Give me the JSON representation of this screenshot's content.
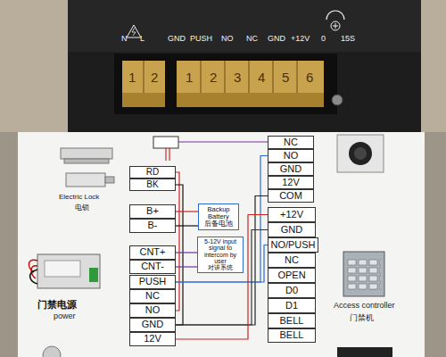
{
  "diagram": {
    "nodes": [
      {
        "text": [
          "NC"
        ]
      },
      {
        "text": [
          "NO"
        ]
      },
      {
        "text": [
          "GND"
        ]
      },
      {
        "text": [
          "12V"
        ]
      },
      {
        "text": [
          "COM"
        ]
      },
      {
        "text": [
          "RD"
        ]
      },
      {
        "text": [
          "BK"
        ]
      },
      {
        "text": [
          "B+"
        ]
      },
      {
        "text": [
          "B-"
        ]
      },
      {
        "text": [
          "Backup Battery",
          "后备电池"
        ]
      },
      {
        "text": [
          "+12V"
        ]
      },
      {
        "text": [
          "GND"
        ]
      },
      {
        "text": [
          "NO/PUSH"
        ]
      },
      {
        "text": [
          "CNT+"
        ]
      },
      {
        "text": [
          "CNT-"
        ]
      },
      {
        "text": [
          "5-12V input signal to intercom by user",
          "对讲系统"
        ]
      },
      {
        "text": [
          "NC"
        ]
      },
      {
        "text": [
          "PUSH"
        ]
      },
      {
        "text": [
          "OPEN"
        ]
      },
      {
        "text": [
          "NC"
        ]
      },
      {
        "text": [
          "D0"
        ]
      },
      {
        "text": [
          "NO"
        ]
      },
      {
        "text": [
          "D1"
        ]
      },
      {
        "text": [
          "GND"
        ]
      },
      {
        "text": [
          "BELL"
        ]
      },
      {
        "text": [
          "12V"
        ]
      },
      {
        "text": [
          "BELL"
        ]
      }
    ],
    "edges": [
      {
        "from": 5,
        "to": 21,
        "arrow": "none"
      },
      {
        "from": 6,
        "to": 23,
        "arrow": "none"
      },
      {
        "from": 7,
        "to": 9,
        "arrow": "none"
      },
      {
        "from": 8,
        "to": 9,
        "arrow": "none"
      },
      {
        "from": 13,
        "to": 15,
        "arrow": "none"
      },
      {
        "from": 14,
        "to": 15,
        "arrow": "none"
      },
      {
        "from": 17,
        "to": 1,
        "arrow": "none"
      },
      {
        "from": 23,
        "to": 4,
        "arrow": "none"
      },
      {
        "from": 17,
        "to": 12,
        "arrow": "none"
      },
      {
        "from": 23,
        "to": 11,
        "arrow": "none"
      },
      {
        "from": 25,
        "to": 10,
        "arrow": "none"
      }
    ],
    "labels": [
      "N",
      "L",
      "GND",
      "PUSH",
      "NO",
      "NC",
      "GND",
      "+12V",
      "0",
      "15S",
      "1",
      "2",
      "1",
      "2",
      "3",
      "4",
      "5",
      "6",
      "Electric Lock",
      "电锁",
      "门禁电源",
      "power",
      "Access controller",
      "门禁机"
    ]
  }
}
